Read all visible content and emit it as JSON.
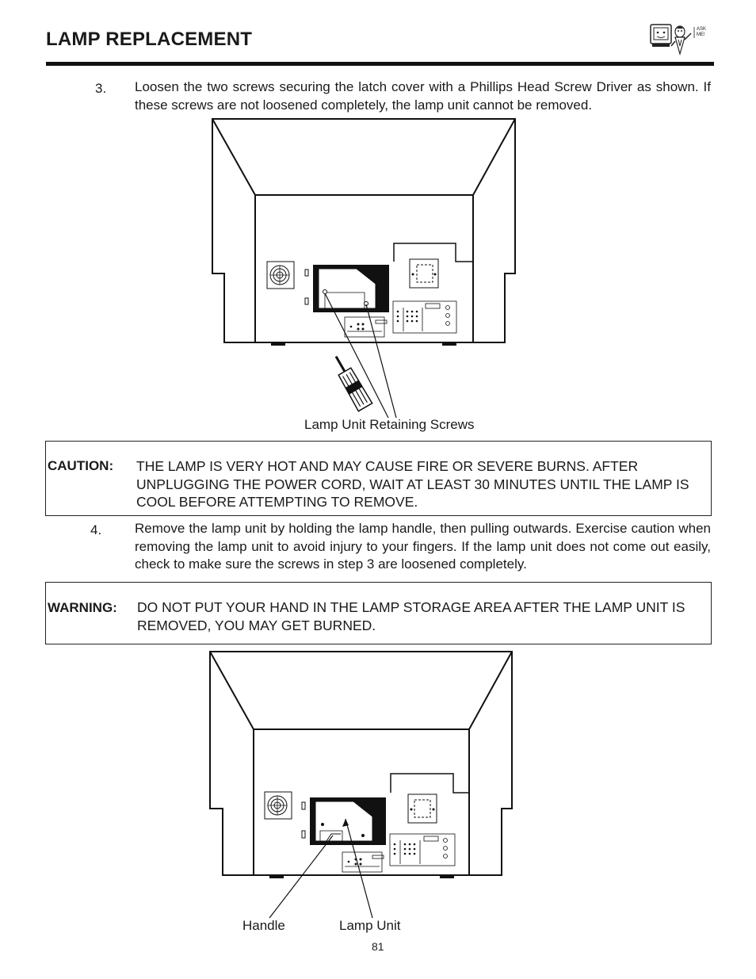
{
  "page": {
    "title": "LAMP REPLACEMENT",
    "logo_text": "ASK ME!",
    "page_number": "81"
  },
  "step3": {
    "number": "3.",
    "text": "Loosen the two screws securing the latch cover with a Phillips Head Screw Driver as shown.  If these screws are not loosened completely, the lamp unit cannot be removed."
  },
  "figure1": {
    "caption": "Lamp Unit Retaining Screws"
  },
  "caution": {
    "label": "CAUTION:",
    "text": "THE LAMP IS VERY HOT AND MAY CAUSE FIRE OR SEVERE BURNS.  AFTER UNPLUGGING THE POWER CORD, WAIT AT LEAST 30 MINUTES UNTIL THE LAMP IS COOL BEFORE ATTEMPTING TO REMOVE."
  },
  "step4": {
    "number": "4.",
    "text": "Remove the lamp unit by holding the lamp handle, then pulling outwards.  Exercise caution when removing the lamp unit to avoid injury to your fingers.  If the lamp unit does not come out easily, check to make sure the screws in step 3 are loosened completely."
  },
  "warning": {
    "label": "WARNING:",
    "text": "DO NOT PUT YOUR HAND IN THE LAMP STORAGE AREA AFTER THE LAMP UNIT IS REMOVED, YOU MAY GET BURNED."
  },
  "figure2": {
    "callout_handle": "Handle",
    "callout_lamp_unit": "Lamp Unit"
  }
}
